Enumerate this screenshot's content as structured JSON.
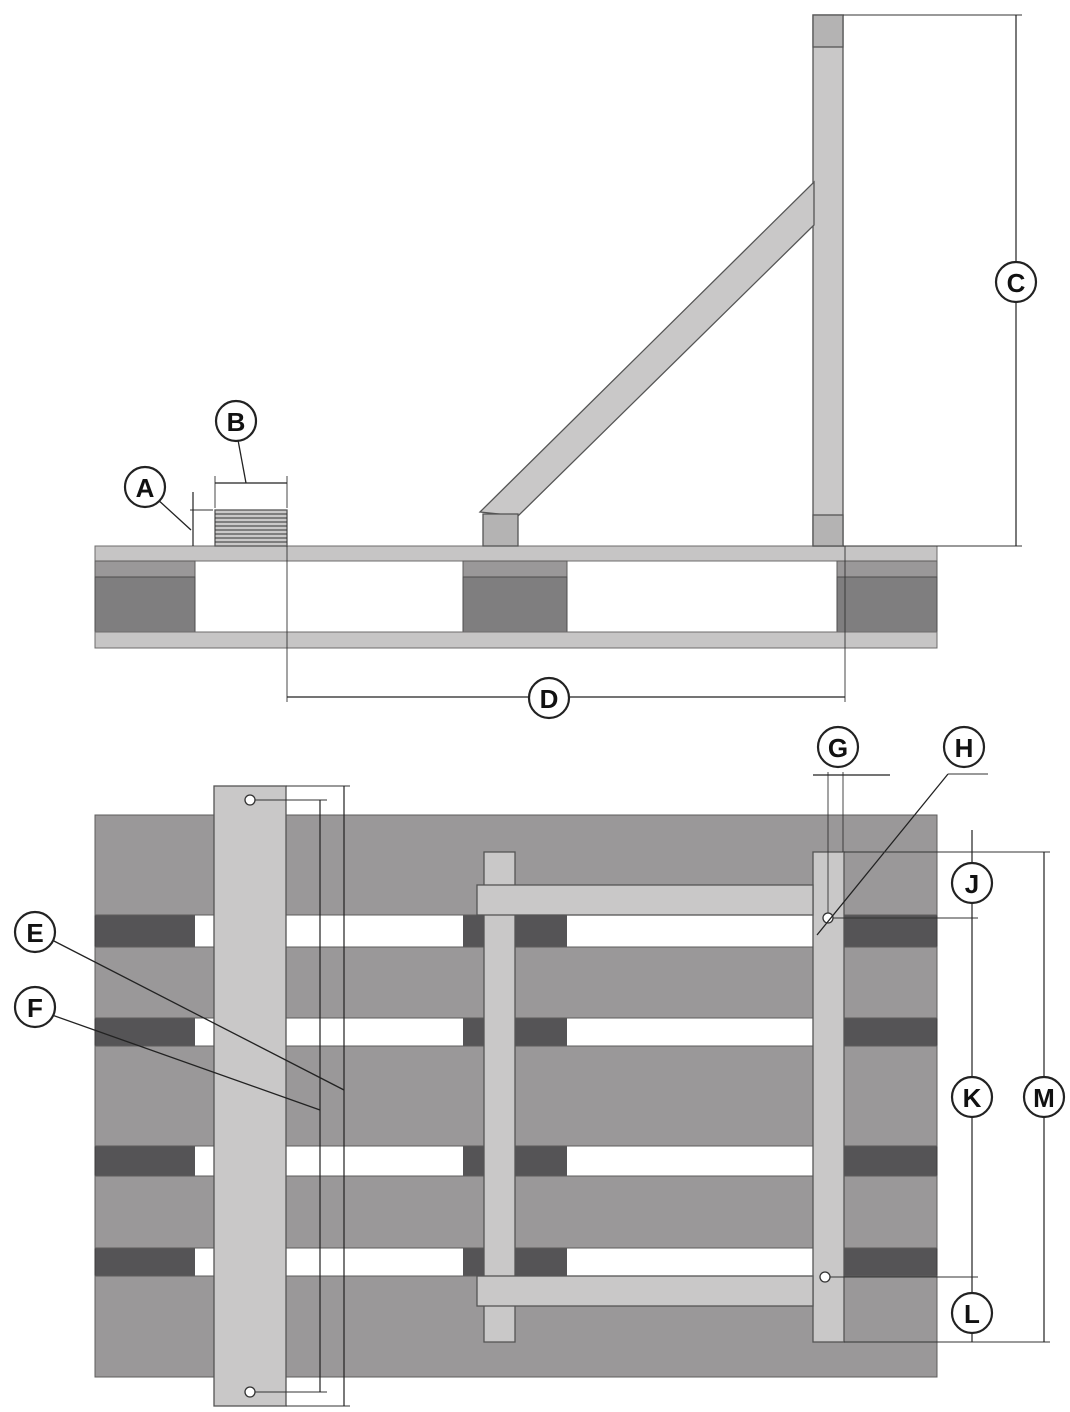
{
  "labels": {
    "a": "A",
    "b": "B",
    "c": "C",
    "d": "D",
    "e": "E",
    "f": "F",
    "g": "G",
    "h": "H",
    "j": "J",
    "k": "K",
    "l": "L",
    "m": "M"
  },
  "colors": {
    "deck_board": "#9a9899",
    "deck_board_light": "#c6c5c5",
    "block": "#7f7e7f",
    "block_dark": "#555456",
    "steel": "#c9c8c8",
    "line": "#222222"
  }
}
